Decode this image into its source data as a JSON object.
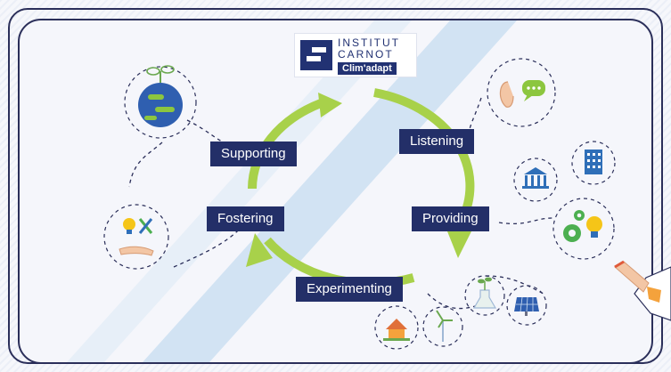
{
  "logo": {
    "line1": "INSTITUT",
    "line2": "CARNOT",
    "badge": "Clim'adapt"
  },
  "cycle": {
    "steps": [
      {
        "label": "Listening"
      },
      {
        "label": "Providing"
      },
      {
        "label": "Experimenting"
      },
      {
        "label": "Fostering"
      },
      {
        "label": "Supporting"
      }
    ]
  },
  "colors": {
    "label_bg": "#232f68",
    "arrow_green": "#a8d14a",
    "stripe_blue": "#cfe0f2",
    "frame": "#2b2f5a",
    "icon_blue": "#2f6fb8"
  },
  "icons": [
    "globe-sprout-icon",
    "ear-chat-icon",
    "bank-icon",
    "office-building-icon",
    "gears-lightbulb-icon",
    "hand-pointing-icon",
    "lightbulb-tools-hand-icon",
    "house-icon",
    "wind-turbine-icon",
    "flask-plant-icon",
    "solar-panel-icon"
  ]
}
